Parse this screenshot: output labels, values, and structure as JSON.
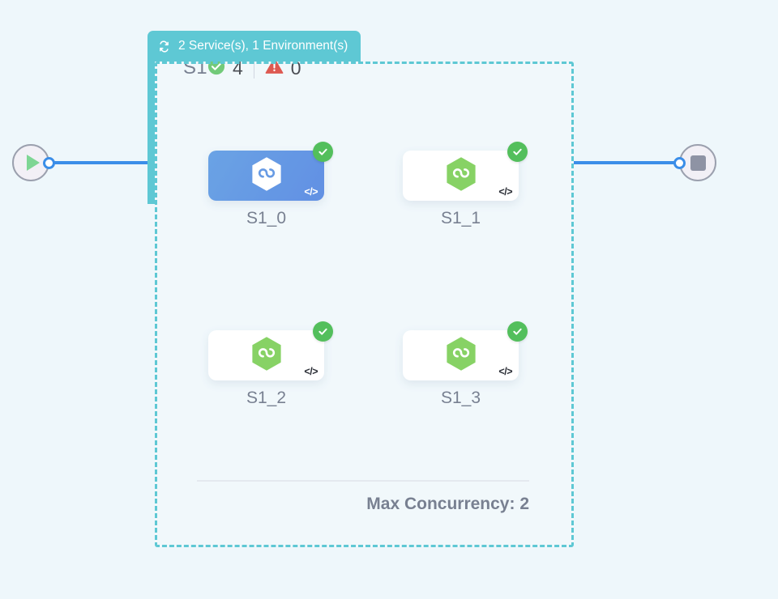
{
  "canvas": {
    "background_color": "#eef7fb"
  },
  "start_node": {
    "icon": "play-icon",
    "handle": "source-handle"
  },
  "end_node": {
    "icon": "stop-icon",
    "handle": "target-handle"
  },
  "group": {
    "header": {
      "icon": "loop-icon",
      "label": "2 Service(s), 1 Environment(s)",
      "color": "#5ec8d4"
    },
    "collapse_icon": "minus-icon",
    "title": "S1",
    "status": {
      "success_icon": "check-circle-icon",
      "success_count": "4",
      "warning_icon": "warning-triangle-icon",
      "warning_count": "0",
      "success_color": "#53bf5c",
      "warning_color": "#d6352b"
    },
    "footer": {
      "max_concurrency_label": "Max Concurrency: 2"
    },
    "nodes": [
      {
        "label": "S1_0",
        "selected": true,
        "status_icon": "check-circle-icon",
        "code_icon": "code-icon",
        "service_icon": "hexagon-infinity-icon",
        "icon_color": "#ffffff"
      },
      {
        "label": "S1_1",
        "selected": false,
        "status_icon": "check-circle-icon",
        "code_icon": "code-icon",
        "service_icon": "hexagon-infinity-icon",
        "icon_color": "#6dc944"
      },
      {
        "label": "S1_2",
        "selected": false,
        "status_icon": "check-circle-icon",
        "code_icon": "code-icon",
        "service_icon": "hexagon-infinity-icon",
        "icon_color": "#6dc944"
      },
      {
        "label": "S1_3",
        "selected": false,
        "status_icon": "check-circle-icon",
        "code_icon": "code-icon",
        "service_icon": "hexagon-infinity-icon",
        "icon_color": "#6dc944"
      }
    ]
  },
  "code_glyph": "</>"
}
